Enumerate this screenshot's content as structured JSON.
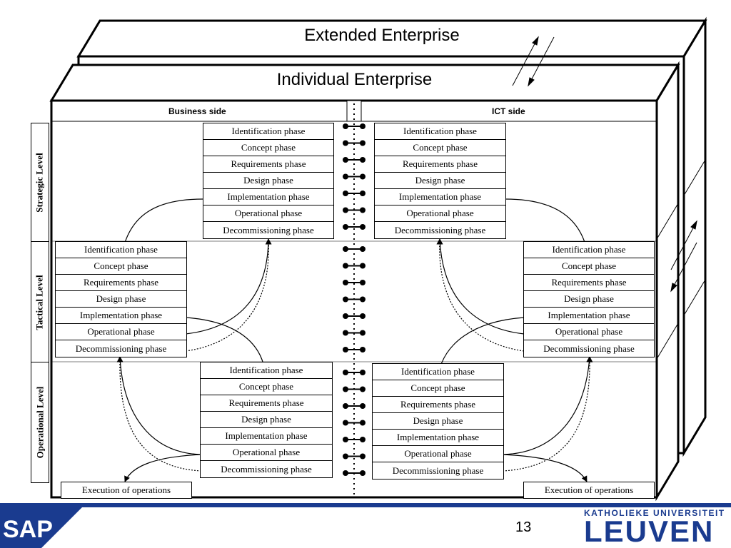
{
  "outer_title": "Extended Enterprise",
  "inner_title": "Individual Enterprise",
  "sides": {
    "business": "Business side",
    "ict": "ICT side"
  },
  "levels": {
    "strategic": "Strategic Level",
    "tactical": "Tactical  Level",
    "operational": "Operational  Level"
  },
  "phases": [
    "Identification phase",
    "Concept phase",
    "Requirements phase",
    "Design phase",
    "Implementation phase",
    "Operational phase",
    "Decommissioning phase"
  ],
  "execution_label": "Execution of operations",
  "page_number": "13",
  "footer": {
    "sap_logo_text": "SAP",
    "university_line1": "KATHOLIEKE UNIVERSITEIT",
    "university_line2": "LEUVEN"
  },
  "colors": {
    "footer_blue": "#1a3b8f",
    "sap_blue": "#1a3b8f"
  }
}
